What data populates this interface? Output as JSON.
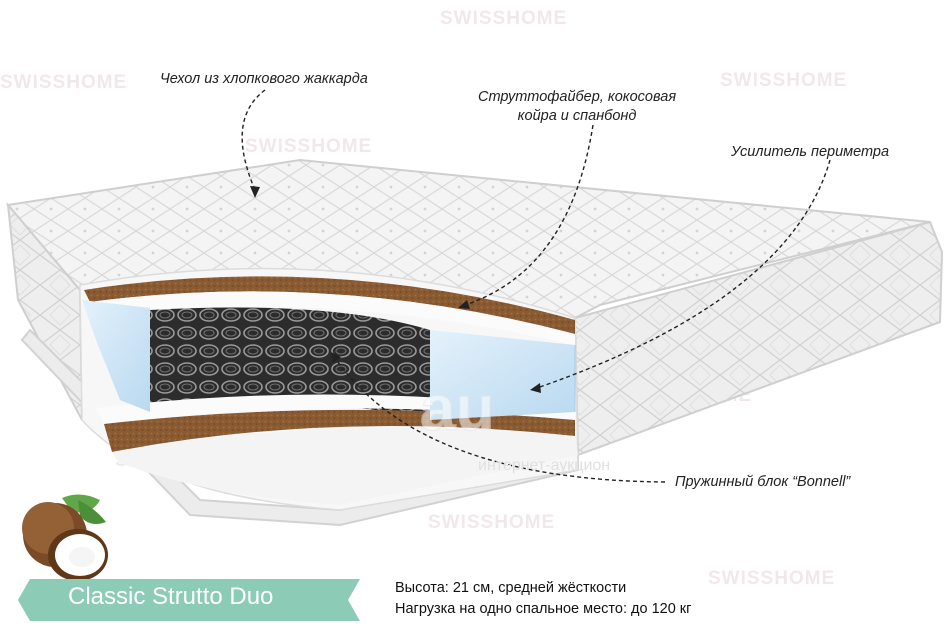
{
  "watermark": {
    "brand": "SWISSHOME",
    "site": "au",
    "site_tagline": "интернет-аукцион"
  },
  "callouts": {
    "cover": "Чехол из хлопкового жаккарда",
    "filling_line1": "Струттофайбер, кокосовая",
    "filling_line2": "койра и спанбонд",
    "perimeter": "Усилитель периметра",
    "spring_block": "Пружинный блок “Bonnell”"
  },
  "product": {
    "name": "Classic Strutto Duo",
    "height_line": "Высота: 21 см, средней жёсткости",
    "load_line": "Нагрузка на одно спальное место: до 120 кг"
  },
  "colors": {
    "banner": "#8ccbb6",
    "coir": "#8a5a32",
    "foam_blue": "#cfe6f6",
    "cover": "#f3f3f3"
  },
  "icons": {
    "coconut": "coconut-icon"
  }
}
